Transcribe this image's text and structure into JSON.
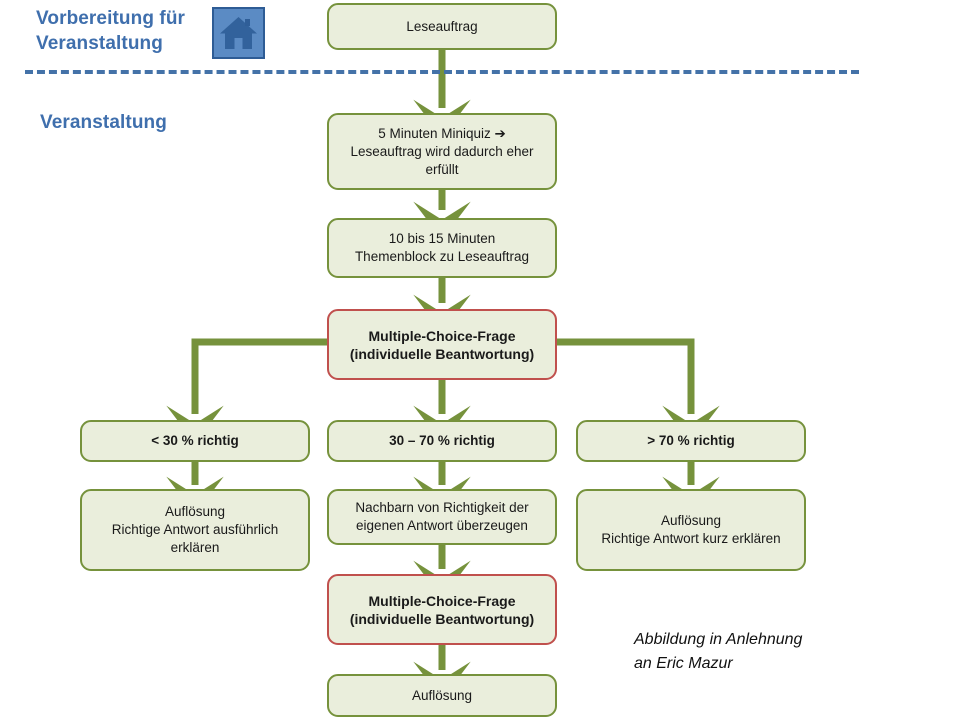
{
  "phases": {
    "preparation": "Vorbereitung für\nVeranstaltung",
    "event": "Veranstaltung"
  },
  "icons": {
    "house": "house-icon"
  },
  "colors": {
    "node_fill": "#eaeedc",
    "node_border": "#76923c",
    "accent_border": "#c0504d",
    "heading_blue": "#3f6fad",
    "divider_blue": "#4472a8",
    "connector_green": "#76923c",
    "icon_fill": "#5b8bc4",
    "icon_border": "#2e5c95"
  },
  "nodes": {
    "leseauftrag": "Leseauftrag",
    "miniquiz": "5 Minuten Miniquiz ➔\nLeseauftrag wird dadurch eher\nerfüllt",
    "themenblock": "10 bis 15 Minuten\nThemenblock zu Leseauftrag",
    "mc_frage_1": "Multiple-Choice-Frage\n(individuelle Beantwortung)",
    "branch_low": "< 30 % richtig",
    "branch_mid": "30 – 70 % richtig",
    "branch_high": "> 70 % richtig",
    "result_low": "Auflösung\nRichtige Antwort  ausführlich\nerklären",
    "result_mid": "Nachbarn von Richtigkeit der\neigenen Antwort  überzeugen",
    "result_high": "Auflösung\nRichtige Antwort  kurz erklären",
    "mc_frage_2": "Multiple-Choice-Frage\n(individuelle Beantwortung)",
    "aufloesung_final": "Auflösung"
  },
  "attribution": "Abbildung in Anlehnung\nan Eric Mazur"
}
